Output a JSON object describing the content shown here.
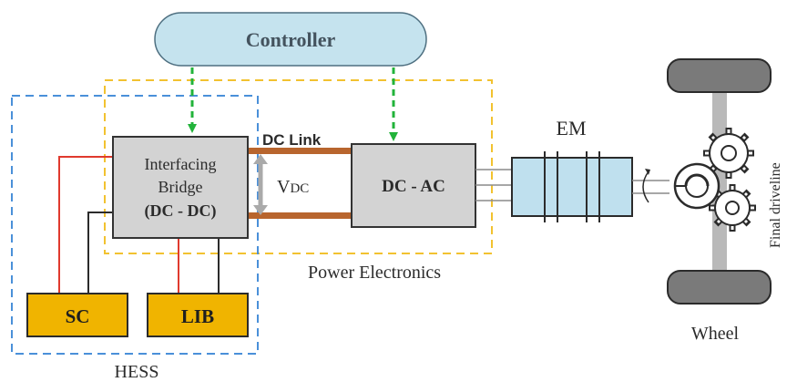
{
  "controller": {
    "label": "Controller"
  },
  "hess": {
    "label": "HESS"
  },
  "power_electronics": {
    "label": "Power Electronics"
  },
  "interfacing_bridge": {
    "line1": "Interfacing",
    "line2": "Bridge",
    "line3": "(DC - DC)"
  },
  "dc_link": {
    "label": "DC Link",
    "voltage_main": "V",
    "voltage_sub": "DC"
  },
  "inverter": {
    "label": "DC - AC"
  },
  "motor": {
    "label": "EM"
  },
  "sc": {
    "label": "SC"
  },
  "lib": {
    "label": "LIB"
  },
  "wheel": {
    "label": "Wheel"
  },
  "driveline": {
    "label": "Final driveline"
  },
  "colors": {
    "controller_fill": "#c5e3ee",
    "box_fill": "#d3d3d3",
    "storage_fill": "#f0b400",
    "motor_fill": "#bfe0ee",
    "hess_border": "#4a90d9",
    "pe_border": "#f2c230",
    "dc_link_bar": "#b8652e",
    "control_arrow": "#22b33a",
    "positive_wire": "#e03a2e",
    "negative_wire": "#2b2b2b",
    "wheel_fill": "#7a7a7a"
  }
}
